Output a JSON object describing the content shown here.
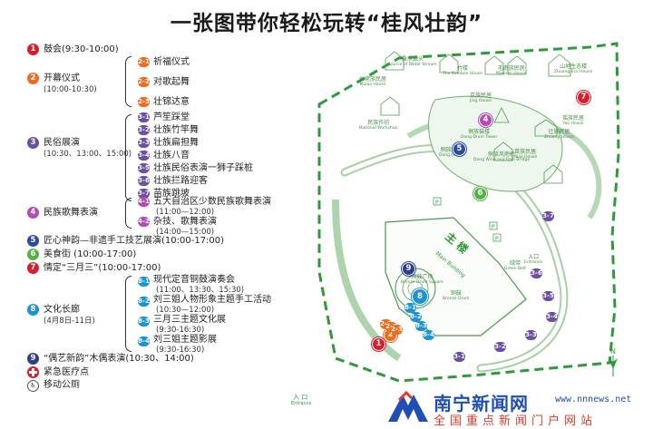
{
  "title": "一张图带你轻松玩转“桂风壮韵”",
  "legend": {
    "items": [
      {
        "id": "1",
        "label": "鼓会(9:30-10:00)",
        "color": "#d81e2c"
      },
      {
        "id": "2",
        "label": "开幕仪式",
        "time": "(10:00-10:30)",
        "color": "#ef6b1f",
        "sub": [
          {
            "id": "2-1",
            "label": "祈福仪式"
          },
          {
            "id": "2-2",
            "label": "对歌起舞"
          },
          {
            "id": "2-3",
            "label": "壮锦达意"
          }
        ]
      },
      {
        "id": "3",
        "label": "民俗展演",
        "time": "(10:30、13:00、15:00)",
        "color": "#6a4fa3",
        "sub": [
          {
            "id": "3-1",
            "label": "芦笙踩堂"
          },
          {
            "id": "3-2",
            "label": "壮族竹竿舞"
          },
          {
            "id": "3-3",
            "label": "壮族扁担舞"
          },
          {
            "id": "3-4",
            "label": "壮族八音"
          },
          {
            "id": "3-5",
            "label": "壮族民俗表演一狮子踩桩"
          },
          {
            "id": "3-6",
            "label": "壮族拦路迎客"
          },
          {
            "id": "3-7",
            "label": "苗族跳坡"
          }
        ]
      },
      {
        "id": "4",
        "label": "民族歌舞表演",
        "color": "#b44ab6",
        "sub": [
          {
            "id": "4-1",
            "label": "五大自治区少数民族歌舞表演",
            "time": "(11:00—12:00)"
          },
          {
            "id": "4-2",
            "label": "杂技、歌舞表演",
            "time": "(14:00—15:00)"
          }
        ]
      },
      {
        "id": "5",
        "label": "匠心神韵—非遗手工技艺展演(10:00-17:00)",
        "color": "#2e4aa0"
      },
      {
        "id": "6",
        "label": "美食街 (10:00-17:00)",
        "color": "#58b146"
      },
      {
        "id": "7",
        "label": "情定“三月三”(10:00-17:00)",
        "color": "#d81e2c"
      },
      {
        "id": "8",
        "label": "文化长廊",
        "time": "(4月8日-11日)",
        "color": "#1b93d4",
        "sub": [
          {
            "id": "8-1",
            "label": "现代定音铜鼓演奏会",
            "time": "(11:00、13:30、15:30)"
          },
          {
            "id": "8-2",
            "label": "刘三姐人物形象主题手工活动",
            "time": "(10:30—12:00)"
          },
          {
            "id": "8-3",
            "label": "三月三主题文化展",
            "time": "(9:30-16:30)"
          },
          {
            "id": "8-4",
            "label": "刘三姐主题影展",
            "time": "(9:30-16:30)"
          }
        ]
      },
      {
        "id": "9",
        "label": "“偶艺新韵”木偶表演(10:30、14:00)",
        "color": "#2f3e8c"
      }
    ],
    "medical": "紧急医疗点",
    "toilet": "移动公厕"
  },
  "map": {
    "main_building": "主 楼",
    "main_building_en": "Main Building",
    "entrance": "入 口",
    "entrance_en": "Entrance",
    "labels": [
      {
        "text": "桑水源头",
        "en": "Source of Water Stream"
      },
      {
        "text": "竹楼",
        "en": "The Bamboo House"
      },
      {
        "text": "毛南族民居",
        "en": "Maonan House"
      },
      {
        "text": "山地生态楼",
        "en": "Zhuang Eco House"
      },
      {
        "text": "仫佬族民居",
        "en": "Mulao House"
      },
      {
        "text": "京族民居",
        "en": "Jing House"
      },
      {
        "text": "民族作坊",
        "en": "National Workshop"
      },
      {
        "text": "侗族鼓楼",
        "en": "Dong Drum Tower"
      },
      {
        "text": "侗族风雨桥",
        "en": "Dong Wind and Rain Bridge"
      },
      {
        "text": "侗族民居",
        "en": "Dong House"
      },
      {
        "text": "苗族民居",
        "en": "Miao House"
      },
      {
        "text": "壮族民居",
        "en": "Zhuang House"
      },
      {
        "text": "瑶族民居",
        "en": "Yao House"
      },
      {
        "text": "铜鼓广场",
        "en": "Bronze Drum Square"
      },
      {
        "text": "铜鼓",
        "en": "Bronze Drum"
      },
      {
        "text": "绿带",
        "en": "Green Belt"
      },
      {
        "text": "入口",
        "en": "Entrance"
      }
    ],
    "markers": [
      {
        "id": "1",
        "color": "#d81e2c"
      },
      {
        "id": "2",
        "color": "#ef6b1f"
      },
      {
        "id": "4",
        "color": "#b44ab6"
      },
      {
        "id": "5",
        "color": "#2e4aa0"
      },
      {
        "id": "6",
        "color": "#58b146"
      },
      {
        "id": "7",
        "color": "#d81e2c"
      },
      {
        "id": "8",
        "color": "#1b93d4"
      },
      {
        "id": "9",
        "color": "#2f3e8c"
      },
      {
        "id": "3-1",
        "color": "#6a4fa3"
      },
      {
        "id": "3-2",
        "color": "#6a4fa3"
      },
      {
        "id": "3-3",
        "color": "#6a4fa3"
      },
      {
        "id": "3-4",
        "color": "#6a4fa3"
      },
      {
        "id": "3-5",
        "color": "#6a4fa3"
      },
      {
        "id": "3-6",
        "color": "#6a4fa3"
      },
      {
        "id": "3-7",
        "color": "#6a4fa3"
      },
      {
        "id": "8-1",
        "color": "#1b93d4"
      },
      {
        "id": "8-2",
        "color": "#1b93d4"
      },
      {
        "id": "8-3",
        "color": "#1b93d4"
      },
      {
        "id": "8-4",
        "color": "#1b93d4"
      },
      {
        "id": "2-1",
        "color": "#ef6b1f"
      },
      {
        "id": "2-2",
        "color": "#ef6b1f"
      },
      {
        "id": "2-3",
        "color": "#ef6b1f"
      }
    ],
    "parking": "P",
    "north": "N"
  },
  "logo": {
    "main": "南宁新闻网",
    "url": "www.nnnews.net",
    "tagline": "全国重点新闻门户网站"
  }
}
